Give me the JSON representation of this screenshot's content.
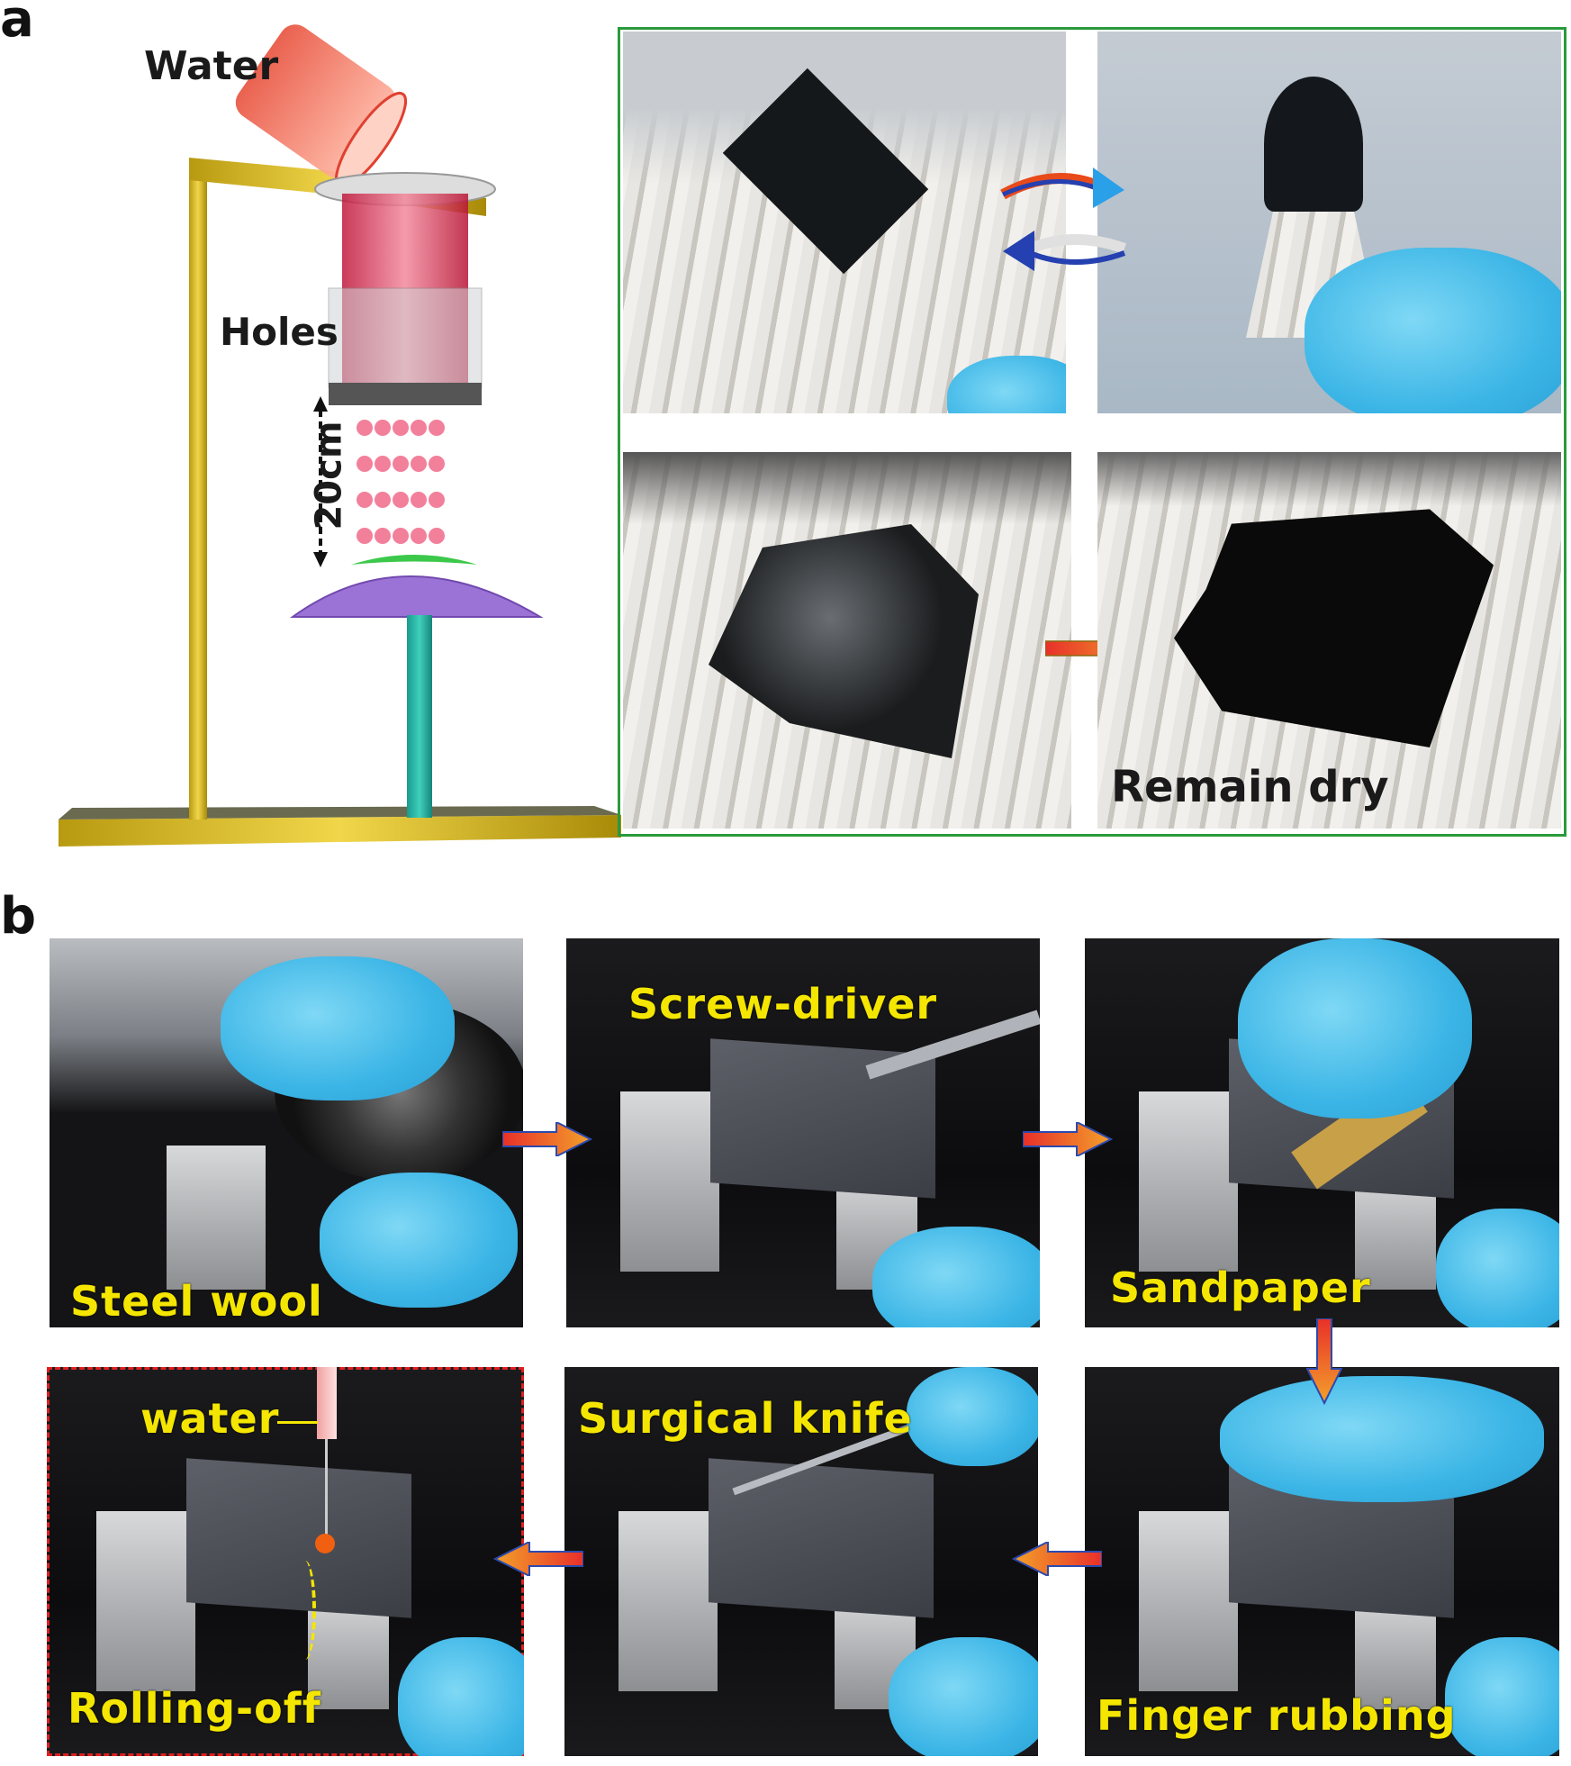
{
  "panel_a": {
    "letter": "a",
    "labels": {
      "water": "Water",
      "holes": "Holes",
      "height": "20cm",
      "remain_dry": "Remain dry"
    }
  },
  "panel_b": {
    "letter": "b",
    "steps": [
      {
        "label": "Steel wool"
      },
      {
        "label": "Screw-driver"
      },
      {
        "label": "Sandpaper"
      },
      {
        "label": "Finger rubbing"
      },
      {
        "label": "Surgical knife"
      },
      {
        "label": "Rolling-off",
        "extra_label": "water"
      }
    ]
  },
  "colors": {
    "frame_green": "#2a9a3c",
    "label_yellow": "#f4e600",
    "dash_red": "#e02020",
    "arrow_orange": "#f39a2a",
    "arrow_red": "#e8302a"
  }
}
